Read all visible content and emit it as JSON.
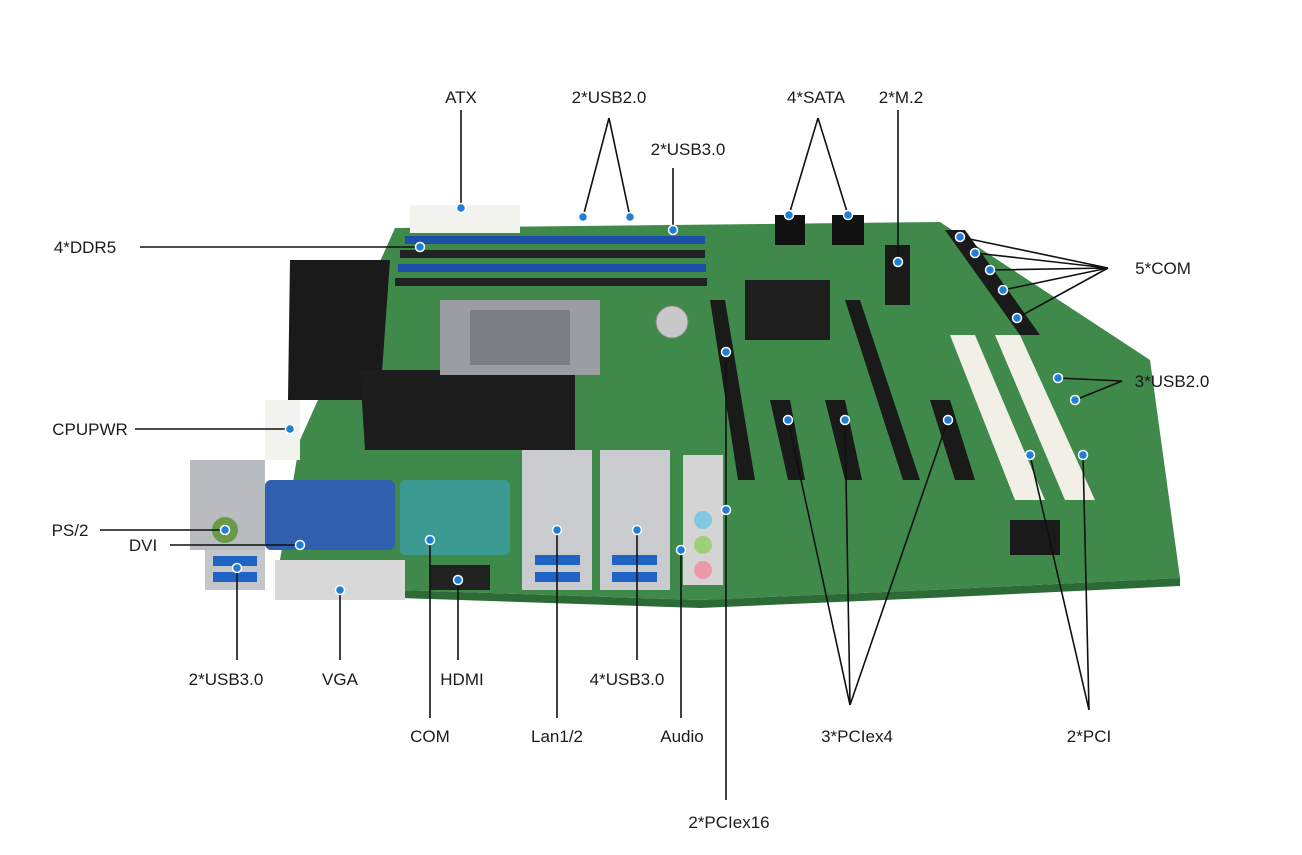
{
  "labels": {
    "atx": "ATX",
    "usb20_top": "2*USB2.0",
    "usb30_top": "2*USB3.0",
    "sata": "4*SATA",
    "m2": "2*M.2",
    "ddr5": "4*DDR5",
    "com5": "5*COM",
    "usb20_right": "3*USB2.0",
    "cpupwr": "CPUPWR",
    "ps2": "PS/2",
    "dvi": "DVI",
    "usb30_rear": "2*USB3.0",
    "vga": "VGA",
    "hdmi": "HDMI",
    "com": "COM",
    "lan": "Lan1/2",
    "usb30_4": "4*USB3.0",
    "audio": "Audio",
    "pciex16": "2*PCIex16",
    "pciex4": "3*PCIex4",
    "pci": "2*PCI"
  },
  "colors": {
    "board": "#3f8a4a",
    "callout_dot": "#1f7ed6",
    "ram_slot": "#1d4fa8",
    "vga_port": "#2f5fae",
    "com_port": "#3b9a92"
  }
}
